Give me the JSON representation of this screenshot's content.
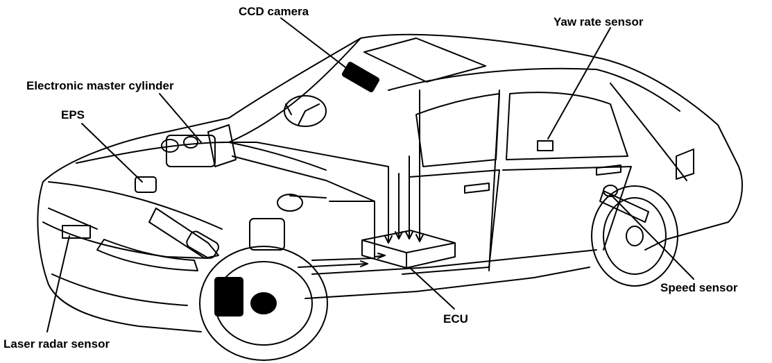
{
  "labels": {
    "ccd_camera": "CCD camera",
    "yaw_rate_sensor": "Yaw rate sensor",
    "electronic_master_cylinder": "Electronic master cylinder",
    "eps": "EPS",
    "laser_radar_sensor": "Laser radar sensor",
    "ecu": "ECU",
    "speed_sensor": "Speed sensor"
  },
  "colors": {
    "ink": "#000000",
    "background": "#ffffff"
  }
}
